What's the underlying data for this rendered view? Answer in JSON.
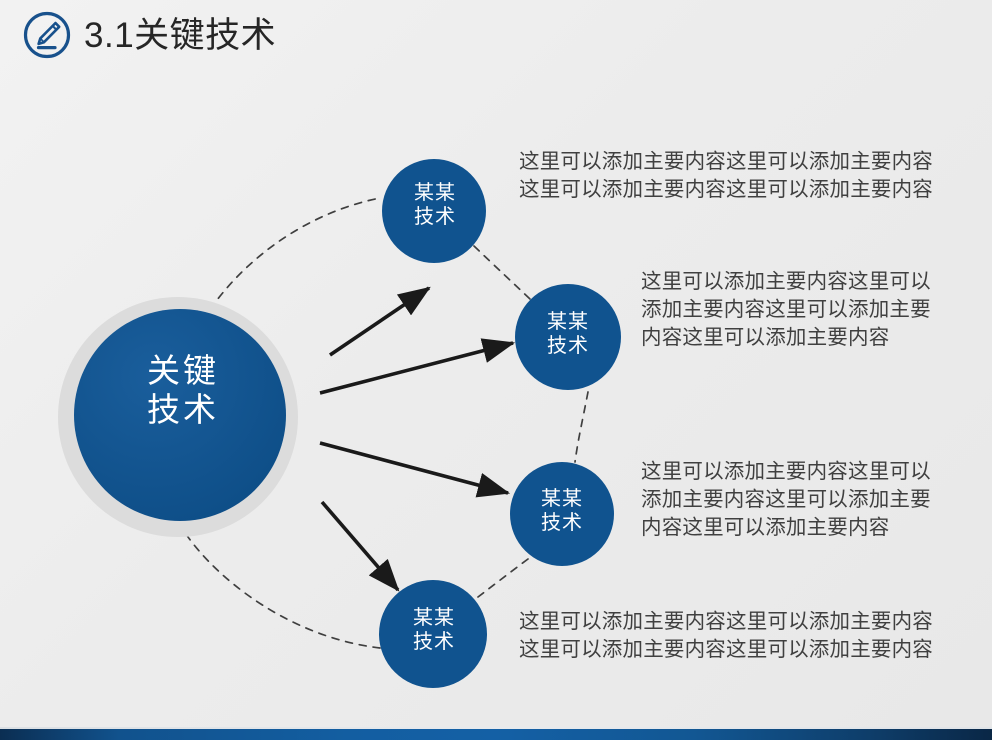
{
  "slide": {
    "title": "3.1关键技术",
    "title_icon": "pencil-circle-icon",
    "background_color": "#ededed",
    "accent_color": "#11528d"
  },
  "diagram": {
    "type": "hub-and-spoke",
    "hub": {
      "label": "关键\n技术",
      "fill": "#10538f",
      "ring_color": "#d9d9d9"
    },
    "spokes": [
      {
        "label": "某某\n技术",
        "fill": "#10538f",
        "text": "这里可以添加主要内容这里可以添加主要内容这里可以添加主要内容这里可以添加主要内容"
      },
      {
        "label": "某某\n技术",
        "fill": "#10538f",
        "text": "这里可以添加主要内容这里可以添加主要内容这里可以添加主要内容这里可以添加主要内容"
      },
      {
        "label": "某某\n技术",
        "fill": "#10538f",
        "text": "这里可以添加主要内容这里可以添加主要内容这里可以添加主要内容这里可以添加主要内容"
      },
      {
        "label": "某某\n技术",
        "fill": "#10538f",
        "text": "这里可以添加主要内容这里可以添加主要内容这里可以添加主要内容这里可以添加主要内容"
      }
    ],
    "connector_arrow_color": "#1a1a1a",
    "connector_dash_color": "#3f3f3f"
  }
}
